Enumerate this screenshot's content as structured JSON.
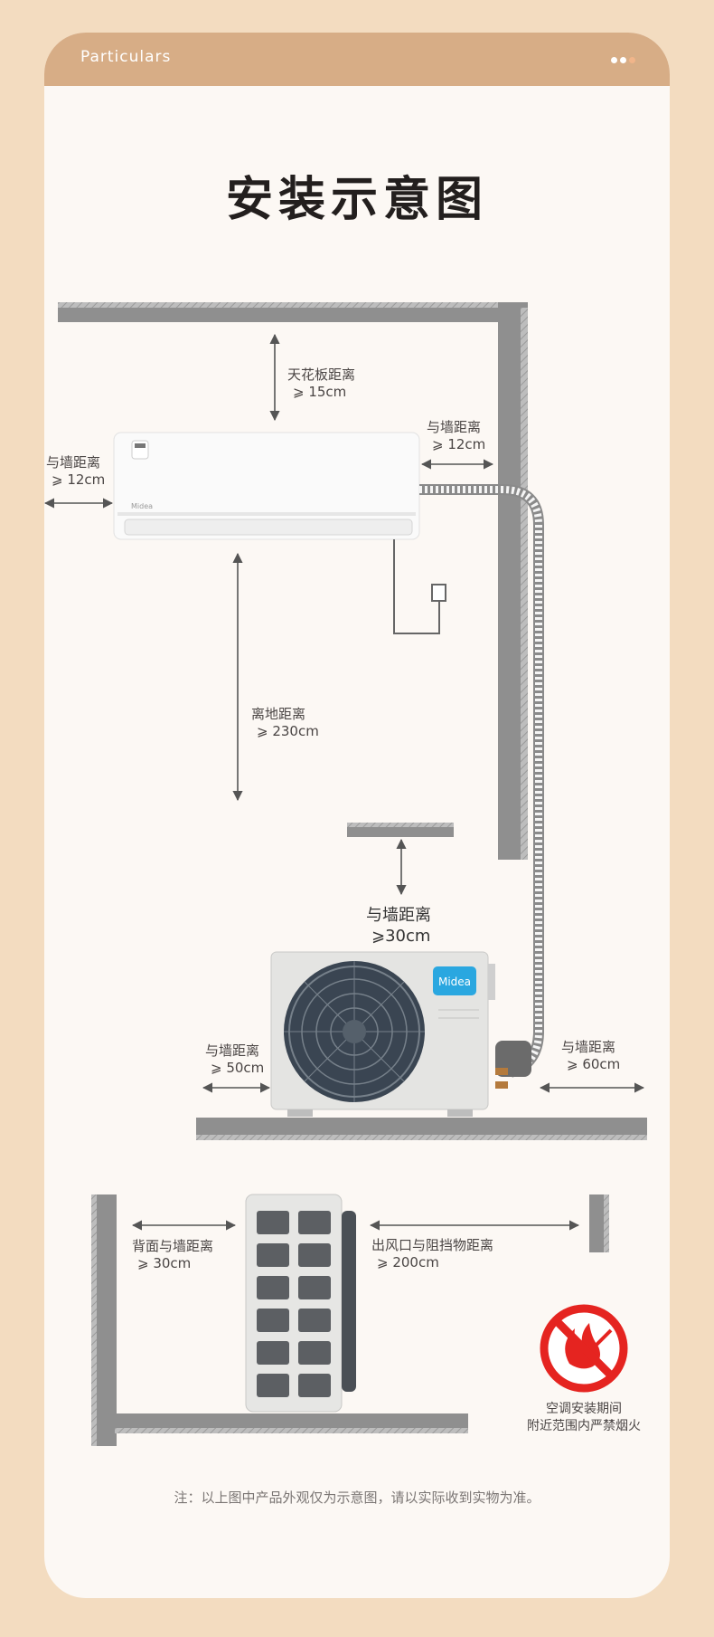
{
  "header": {
    "title": "Particulars"
  },
  "title": "安装示意图",
  "labels": {
    "ceiling": {
      "text": "天花板距离",
      "value": "⩾ 15cm"
    },
    "indoor_left_wall": {
      "text": "与墙距离",
      "value": "⩾ 12cm"
    },
    "indoor_right_wall": {
      "text": "与墙距离",
      "value": "⩾ 12cm"
    },
    "floor": {
      "text": "离地距离",
      "value": "⩾ 230cm"
    },
    "outdoor_top": {
      "text": "与墙距离",
      "value": "⩾30cm"
    },
    "outdoor_left": {
      "text": "与墙距离",
      "value": "⩾ 50cm"
    },
    "outdoor_right": {
      "text": "与墙距离",
      "value": "⩾ 60cm"
    },
    "back_wall": {
      "text": "背面与墙距离",
      "value": "⩾ 30cm"
    },
    "outlet": {
      "text": "出风口与阻挡物距离",
      "value": "⩾ 200cm"
    }
  },
  "brand": {
    "name": "Midea",
    "color": "#2aa7e0"
  },
  "warning": {
    "line1": "空调安装期间",
    "line2": "附近范围内严禁烟火",
    "icon": "no-fire-icon",
    "color": "#e52420"
  },
  "note": "注：以上图中产品外观仅为示意图，请以实际收到实物为准。",
  "colors": {
    "page": "#f3dcc0",
    "card": "#fcf8f4",
    "header": "#d7ad86",
    "wall": "#8f8f8f"
  }
}
